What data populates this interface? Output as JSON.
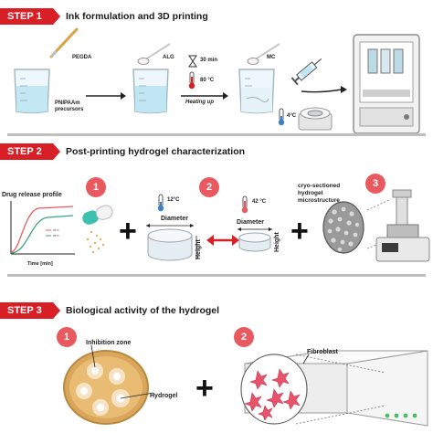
{
  "step1": {
    "badge": "STEP 1",
    "title": "Ink formulation and 3D printing",
    "labels": {
      "pegda": "PEGDA",
      "pnipaam": "PNIPAAm precursors",
      "alg": "ALG",
      "time": "30 min",
      "temp": "80 °C",
      "heating": "Heating up",
      "mc": "MC",
      "cold": "4°C"
    }
  },
  "step2": {
    "badge": "STEP 2",
    "title": "Post-printing hydrogel characterization",
    "numbers": [
      "1",
      "2",
      "3"
    ],
    "drug_release": "Drug release profile",
    "time_axis": "Time [min]",
    "legend": [
      "37°C",
      "25°C"
    ],
    "cold_temp": "12°C",
    "warm_temp": "42 °C",
    "diameter": "Diameter",
    "height": "Height",
    "cryo": "cryo-sectioned hydrogel microstructure"
  },
  "step3": {
    "badge": "STEP 3",
    "title": "Biological activity of the hydrogel",
    "numbers": [
      "1",
      "2"
    ],
    "inhibition": "Inhibition zone",
    "hydrogel": "Hydrogel",
    "fibroblast": "Fibroblast"
  },
  "colors": {
    "accent": "#d81f26",
    "circle": "#e85a5f",
    "liquid": "#bfe6f2",
    "arrow": "#d81f26",
    "curve1": "#e85a5f",
    "curve2": "#3aa57a"
  }
}
